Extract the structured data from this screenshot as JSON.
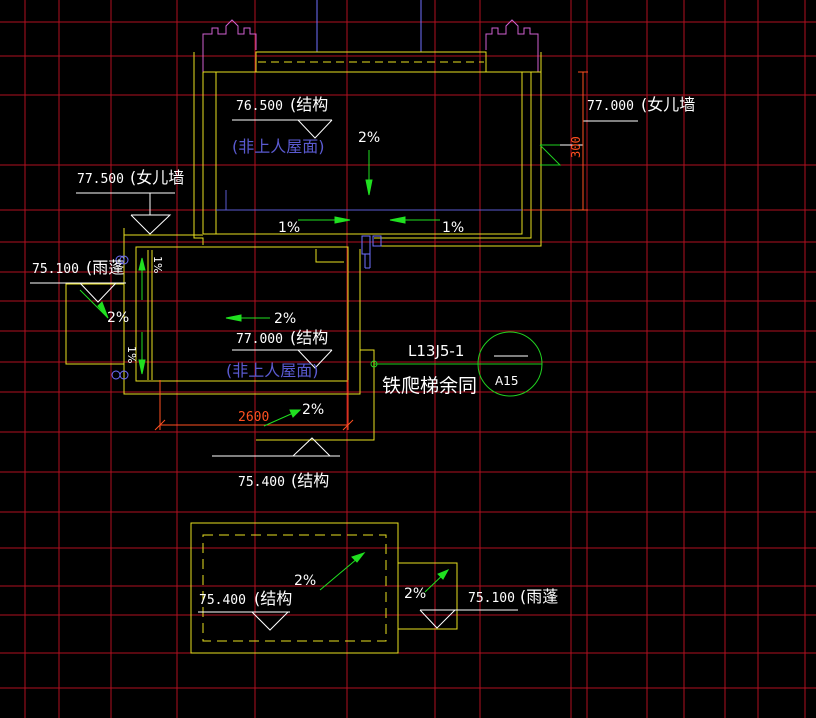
{
  "colors": {
    "background": "#000000",
    "grid_red": "#b01020",
    "outline_yellow": "#e8e020",
    "text_white": "#ffffff",
    "arrow_green": "#20e020",
    "annotation_blue": "#5a5ad0",
    "dim_orange": "#ff5020",
    "parapet_magenta": "#d060d0",
    "window_blue": "#7070ff",
    "symbol_green": "#20d020"
  },
  "upper_roof": {
    "elevation": "76.500",
    "elevation_note": "(结构",
    "note": "(非上人屋面)",
    "slope": "2%",
    "gutter_slope_left": "1%",
    "gutter_slope_right": "1%"
  },
  "parapet_right": {
    "elevation": "77.000",
    "note": "(女儿墙",
    "dimension": "300"
  },
  "parapet_left": {
    "elevation": "77.500",
    "note": "(女儿墙"
  },
  "canopy_left": {
    "elevation": "75.100",
    "note": "(雨蓬",
    "slope": "2%"
  },
  "middle_roof": {
    "slope": "2%",
    "elevation": "77.000",
    "elevation_note": "(结构",
    "note": "(非上人屋面)",
    "side_slope_top": "1%",
    "side_slope_bottom": "1%",
    "dimension": "2600",
    "bottom_slope": "2%"
  },
  "ladder": {
    "code": "L13J5-1",
    "note": "铁爬梯余同",
    "detail_ref": "A15"
  },
  "lower_level": {
    "elevation": "75.400",
    "note": "(结构"
  },
  "bottom_roof": {
    "slope": "2%",
    "elevation": "75.400",
    "note": "(结构"
  },
  "canopy_right": {
    "slope": "2%",
    "elevation": "75.100",
    "note": "(雨蓬"
  }
}
